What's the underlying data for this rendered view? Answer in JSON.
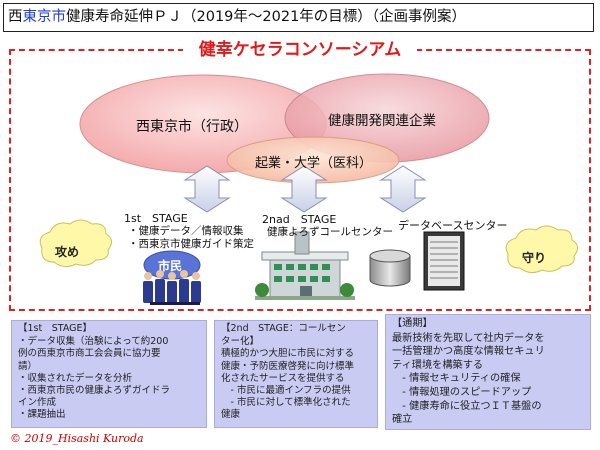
{
  "title": {
    "prefix": "西",
    "accent": "東京市",
    "rest": "健康寿命延伸ＰＪ（2019年～2021年の目標）（企画事例案）"
  },
  "consortium_title": "健幸ケセラコンソーシアム",
  "ellipses": {
    "city": "西東京市（行政）",
    "company": "健康開発関連企業",
    "academia": "起業・大学（医科）"
  },
  "stage1": {
    "heading": "1st　STAGE",
    "items": [
      "・健康データ／情報収集",
      "・西東京市健康ガイド策定"
    ]
  },
  "stage2": {
    "heading": "2nad　STAGE",
    "subtitle": "健康よろずコールセンター"
  },
  "datacenter_label": "データベースセンター",
  "citizens_label": "市民",
  "attack_label": "攻め",
  "defense_label": "守り",
  "panels": {
    "p1": {
      "heading": "【1st　STAGE】",
      "lines": [
        "・データ収集（治験によって約200",
        "例の西東京市商工会会員に協力要",
        "請）",
        "・収集されたデータを分析",
        "・西東京市民の健康よろずガイドラ",
        "イン作成",
        "・課題抽出"
      ]
    },
    "p2": {
      "heading": "【2nd　STAGE：コールセン",
      "lines": [
        "ター化】",
        "積極的かつ大胆に市民に対する",
        "健康・予防医療啓発に向け標準",
        "化されたサービスを提供する",
        "　- 市民に最適インフラの提供",
        "　- 市民に対して標準化された",
        "健康"
      ]
    },
    "p3": {
      "heading": "【通期】",
      "lines": [
        "最新技術を先取して社内データを",
        "一括管理かつ高度な情報セキュリ",
        "ティ環境を構築する",
        "　- 情報セキュリティの確保",
        "　- 情報処理のスピードアップ",
        "　- 健康寿命に役立つＩＴ基盤の",
        "確立"
      ]
    }
  },
  "copyright": "© 2019_Hisashi Kuroda",
  "colors": {
    "accent_red": "#e41818",
    "panel_bg": "#c9cbf2",
    "title_blue": "#1f3fd0"
  }
}
